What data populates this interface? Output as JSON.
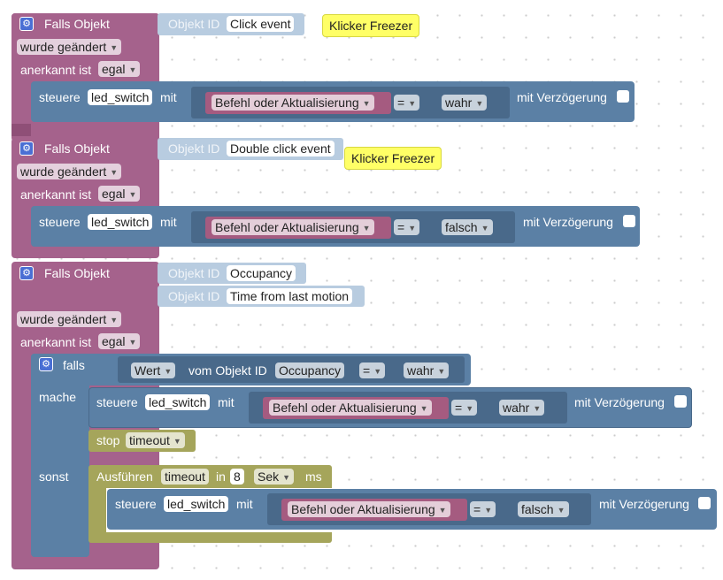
{
  "workspace": {
    "blocks": [
      {
        "type": "trigger",
        "title": "Falls Objekt",
        "objekt_label": "Objekt ID",
        "objects": [
          "Click event"
        ],
        "change": "wurde geändert",
        "ack_label": "anerkannt ist",
        "ack": "egal",
        "note": "Klicker Freezer",
        "action": {
          "steuere": "steuere",
          "target": "led_switch",
          "mit": "mit",
          "mode": "Befehl oder Aktualisierung",
          "op": "=",
          "value": "wahr",
          "delay": "mit Verzögerung"
        }
      },
      {
        "type": "trigger",
        "title": "Falls Objekt",
        "objekt_label": "Objekt ID",
        "objects": [
          "Double click event"
        ],
        "change": "wurde geändert",
        "ack_label": "anerkannt ist",
        "ack": "egal",
        "note": "Klicker Freezer",
        "action": {
          "steuere": "steuere",
          "target": "led_switch",
          "mit": "mit",
          "mode": "Befehl oder Aktualisierung",
          "op": "=",
          "value": "falsch",
          "delay": "mit Verzögerung"
        }
      },
      {
        "type": "trigger",
        "title": "Falls Objekt",
        "objekt_label": "Objekt ID",
        "objects": [
          "Occupancy",
          "Time from last motion"
        ],
        "change": "wurde geändert",
        "ack_label": "anerkannt ist",
        "ack": "egal",
        "if_block": {
          "falls": "falls",
          "condition": {
            "wert": "Wert",
            "vom": "vom Objekt ID",
            "object": "Occupancy",
            "op": "=",
            "value": "wahr"
          },
          "mache": "mache",
          "then_action": {
            "steuere": "steuere",
            "target": "led_switch",
            "mit": "mit",
            "mode": "Befehl oder Aktualisierung",
            "op": "=",
            "value": "wahr",
            "delay": "mit Verzögerung"
          },
          "stop": "stop",
          "stop_timer": "timeout",
          "sonst": "sonst",
          "timeout_block": {
            "ausfuehren": "Ausführen",
            "timer": "timeout",
            "in": "in",
            "amount": "8",
            "unit": "Sek",
            "ms": "ms",
            "action": {
              "steuere": "steuere",
              "target": "led_switch",
              "mit": "mit",
              "mode": "Befehl oder Aktualisierung",
              "op": "=",
              "value": "falsch",
              "delay": "mit Verzögerung"
            }
          }
        }
      }
    ]
  },
  "colors": {
    "event_block": "#a5628c",
    "action_block": "#5b80a5",
    "timer_block": "#a5a55b",
    "logic_block": "#a55b80",
    "input_block": "#b8cce0",
    "comment_note": "#ffff66",
    "gear_icon": "#4a6fd4"
  },
  "icons": {
    "mutator": "gear-icon",
    "dropdown": "chevron-down-icon"
  }
}
